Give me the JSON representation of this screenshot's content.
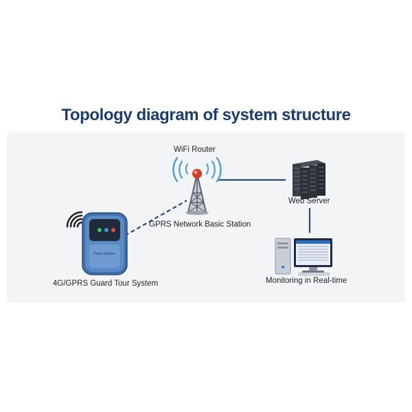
{
  "title": "Topology diagram of system structure",
  "nodes": {
    "router": {
      "label": "WiFi Router"
    },
    "station": {
      "label": "GPRS Network Basic Station"
    },
    "server": {
      "label": "Web Server"
    },
    "device": {
      "label": "4G/GPRS Guard Tour System",
      "screen_text": "Patrol System"
    },
    "monitor": {
      "label": "Monitoring in Real-time"
    }
  },
  "colors": {
    "title": "#1f3d6b",
    "panel": "#f3f4f6",
    "link": "#2c4a6e",
    "wifi_waves": "#5aa0cf",
    "tower": "#5c6570",
    "tower_light": "#d63b2b",
    "device_body": "#3f6fa8",
    "server_body": "#2b2f36"
  },
  "icons": [
    "wifi-signal-icon",
    "tower-icon",
    "server-rack-icon",
    "guard-device-icon",
    "monitor-computer-icon"
  ]
}
